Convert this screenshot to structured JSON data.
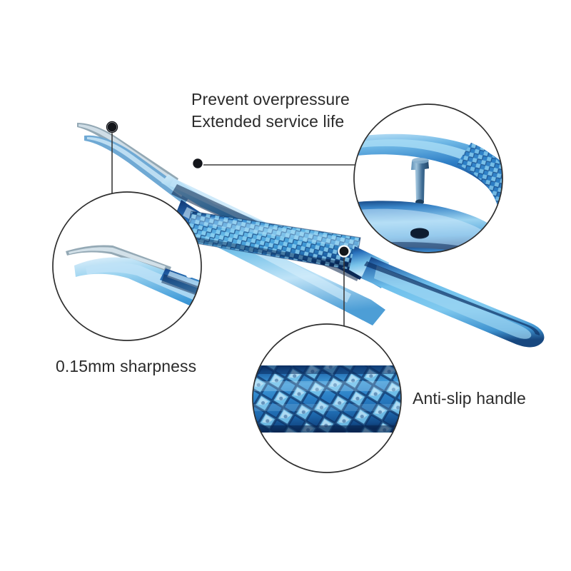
{
  "product": {
    "name": "Blue titanium curved micro forceps / tweezers",
    "finish_color": "#2f8fd8",
    "accent_highlight": "#9fd8f2",
    "deep_shadow": "#0d3f7a",
    "line_color": "#3a3a3a",
    "text_color": "#2b2b2b",
    "background": "#ffffff"
  },
  "callouts": [
    {
      "id": "overpressure",
      "label_line1": "Prevent overpressure",
      "label_line2": "Extended service life",
      "marker_name": "callout-marker-overpressure",
      "detail_name": "detail-circle-overpressure-pin",
      "detail_description": "stop pin and receiving hole on forceps arms"
    },
    {
      "id": "sharpness",
      "label": "0.15mm sharpness",
      "marker_name": "callout-marker-tip",
      "detail_name": "detail-circle-tip",
      "detail_description": "fine curved pointed tips"
    },
    {
      "id": "antislip",
      "label": "Anti-slip handle",
      "marker_name": "callout-marker-handle",
      "detail_name": "detail-circle-knurl",
      "detail_description": "diamond knurled grip texture"
    }
  ]
}
